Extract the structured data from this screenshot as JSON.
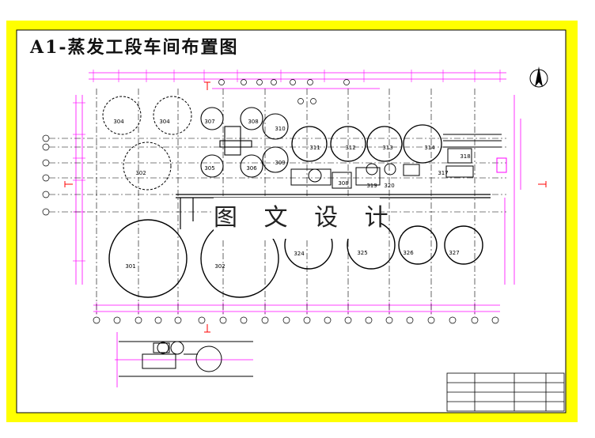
{
  "title": "A1-蒸发工段车间布置图",
  "watermark": "图 文 设 计",
  "colors": {
    "border": "#ffff00",
    "sheet_line": "#000000",
    "dimension": "#ff00ff",
    "grid_axis": "#000000",
    "equipment": "#000000",
    "accent": "#ff0000"
  },
  "equipment": {
    "top_left_tanks": [
      "304",
      "304"
    ],
    "mid_left_tank": "302",
    "center_cluster": [
      "307",
      "308",
      "305",
      "306",
      "310",
      "309",
      "308"
    ],
    "top_row_tanks": [
      "311",
      "312",
      "313",
      "314"
    ],
    "small_units": [
      "317",
      "318",
      "319",
      "320"
    ],
    "bottom_row_tanks": [
      "301",
      "302",
      "324",
      "325",
      "326",
      "327"
    ]
  },
  "north_arrow": "north-arrow-icon"
}
